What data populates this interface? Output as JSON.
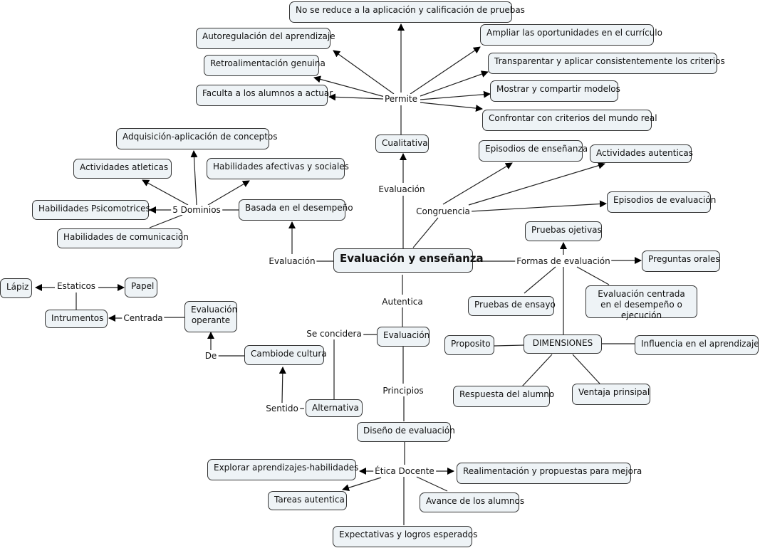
{
  "concept_map": {
    "title": "Evaluación y enseñanza",
    "nodes": {
      "main": "Evaluación y enseñanza",
      "no_reduce": "No se reduce a la aplicación y calificación de pruebas",
      "autoregulacion": "Autoregulación del aprendizaje",
      "retroalimentacion": "Retroalimentación genuina",
      "faculta": "Faculta a los alumnos a actuar",
      "ampliar": "Ampliar las oportunidades en el currículo",
      "transparentar": "Transparentar y aplicar consistentemente los criterios",
      "mostrar": "Mostrar y compartir modelos",
      "confrontar": "Confrontar con criterios del mundo real",
      "cualitativa": "Cualitativa",
      "adquisicion": "Adquisición-aplicación de conceptos",
      "actividades_atleticas": "Actividades atleticas",
      "habilidades_afectivas": "Habilidades afectivas y sociales",
      "habilidades_psicomotrices": "Habilidades Psicomotrices",
      "basada_desempeno": "Basada en el desempeño",
      "habilidades_comunicacion": "Habilidades de comunicación",
      "episodios_ensenanza": "Episodios de enseñanza",
      "actividades_autenticas": "Actividades autenticas",
      "episodios_evaluacion": "Episodios de evaluación",
      "pruebas_objetivas": "Pruebas ojetivas",
      "preguntas_orales": "Preguntas orales",
      "pruebas_ensayo": "Pruebas de ensayo",
      "evaluacion_centrada": "Evaluación centrada en el desempeño o ejecución",
      "lapiz": "Lápiz",
      "papel": "Papel",
      "instrumentos": "Intrumentos",
      "evaluacion_operante": "Evaluación operante",
      "cambio_cultura": "Cambiode cultura",
      "evaluacion_autentica": "Evaluación",
      "proposito": "Proposito",
      "dimensiones": "DIMENSIONES",
      "influencia": "Influencia en el aprendizaje",
      "respuesta_alumno": "Respuesta del alumno",
      "ventaja": "Ventaja prinsipal",
      "alternativa": "Alternativa",
      "diseno": "Diseño de evaluación",
      "explorar": "Explorar aprendizajes-habilidades",
      "realimentacion": "Realimentación y propuestas para mejora",
      "tareas": "Tareas autentica",
      "avance": "Avance de los alumnos",
      "expectativas": "Expectativas y logros esperados"
    },
    "link_labels": {
      "permite": "Permite",
      "evaluacion_up": "Evaluación",
      "cinco_dominios": "5 Dominios",
      "evaluacion_left": "Evaluación",
      "congruencia": "Congruencia",
      "formas": "Formas de evaluación",
      "estaticos": "Estaticos",
      "centrada": "Centrada",
      "de": "De",
      "autentica": "Autentica",
      "se_concidera": "Se concidera",
      "principios": "Principios",
      "sentido": "Sentido",
      "etica": "Ética Docente"
    }
  }
}
